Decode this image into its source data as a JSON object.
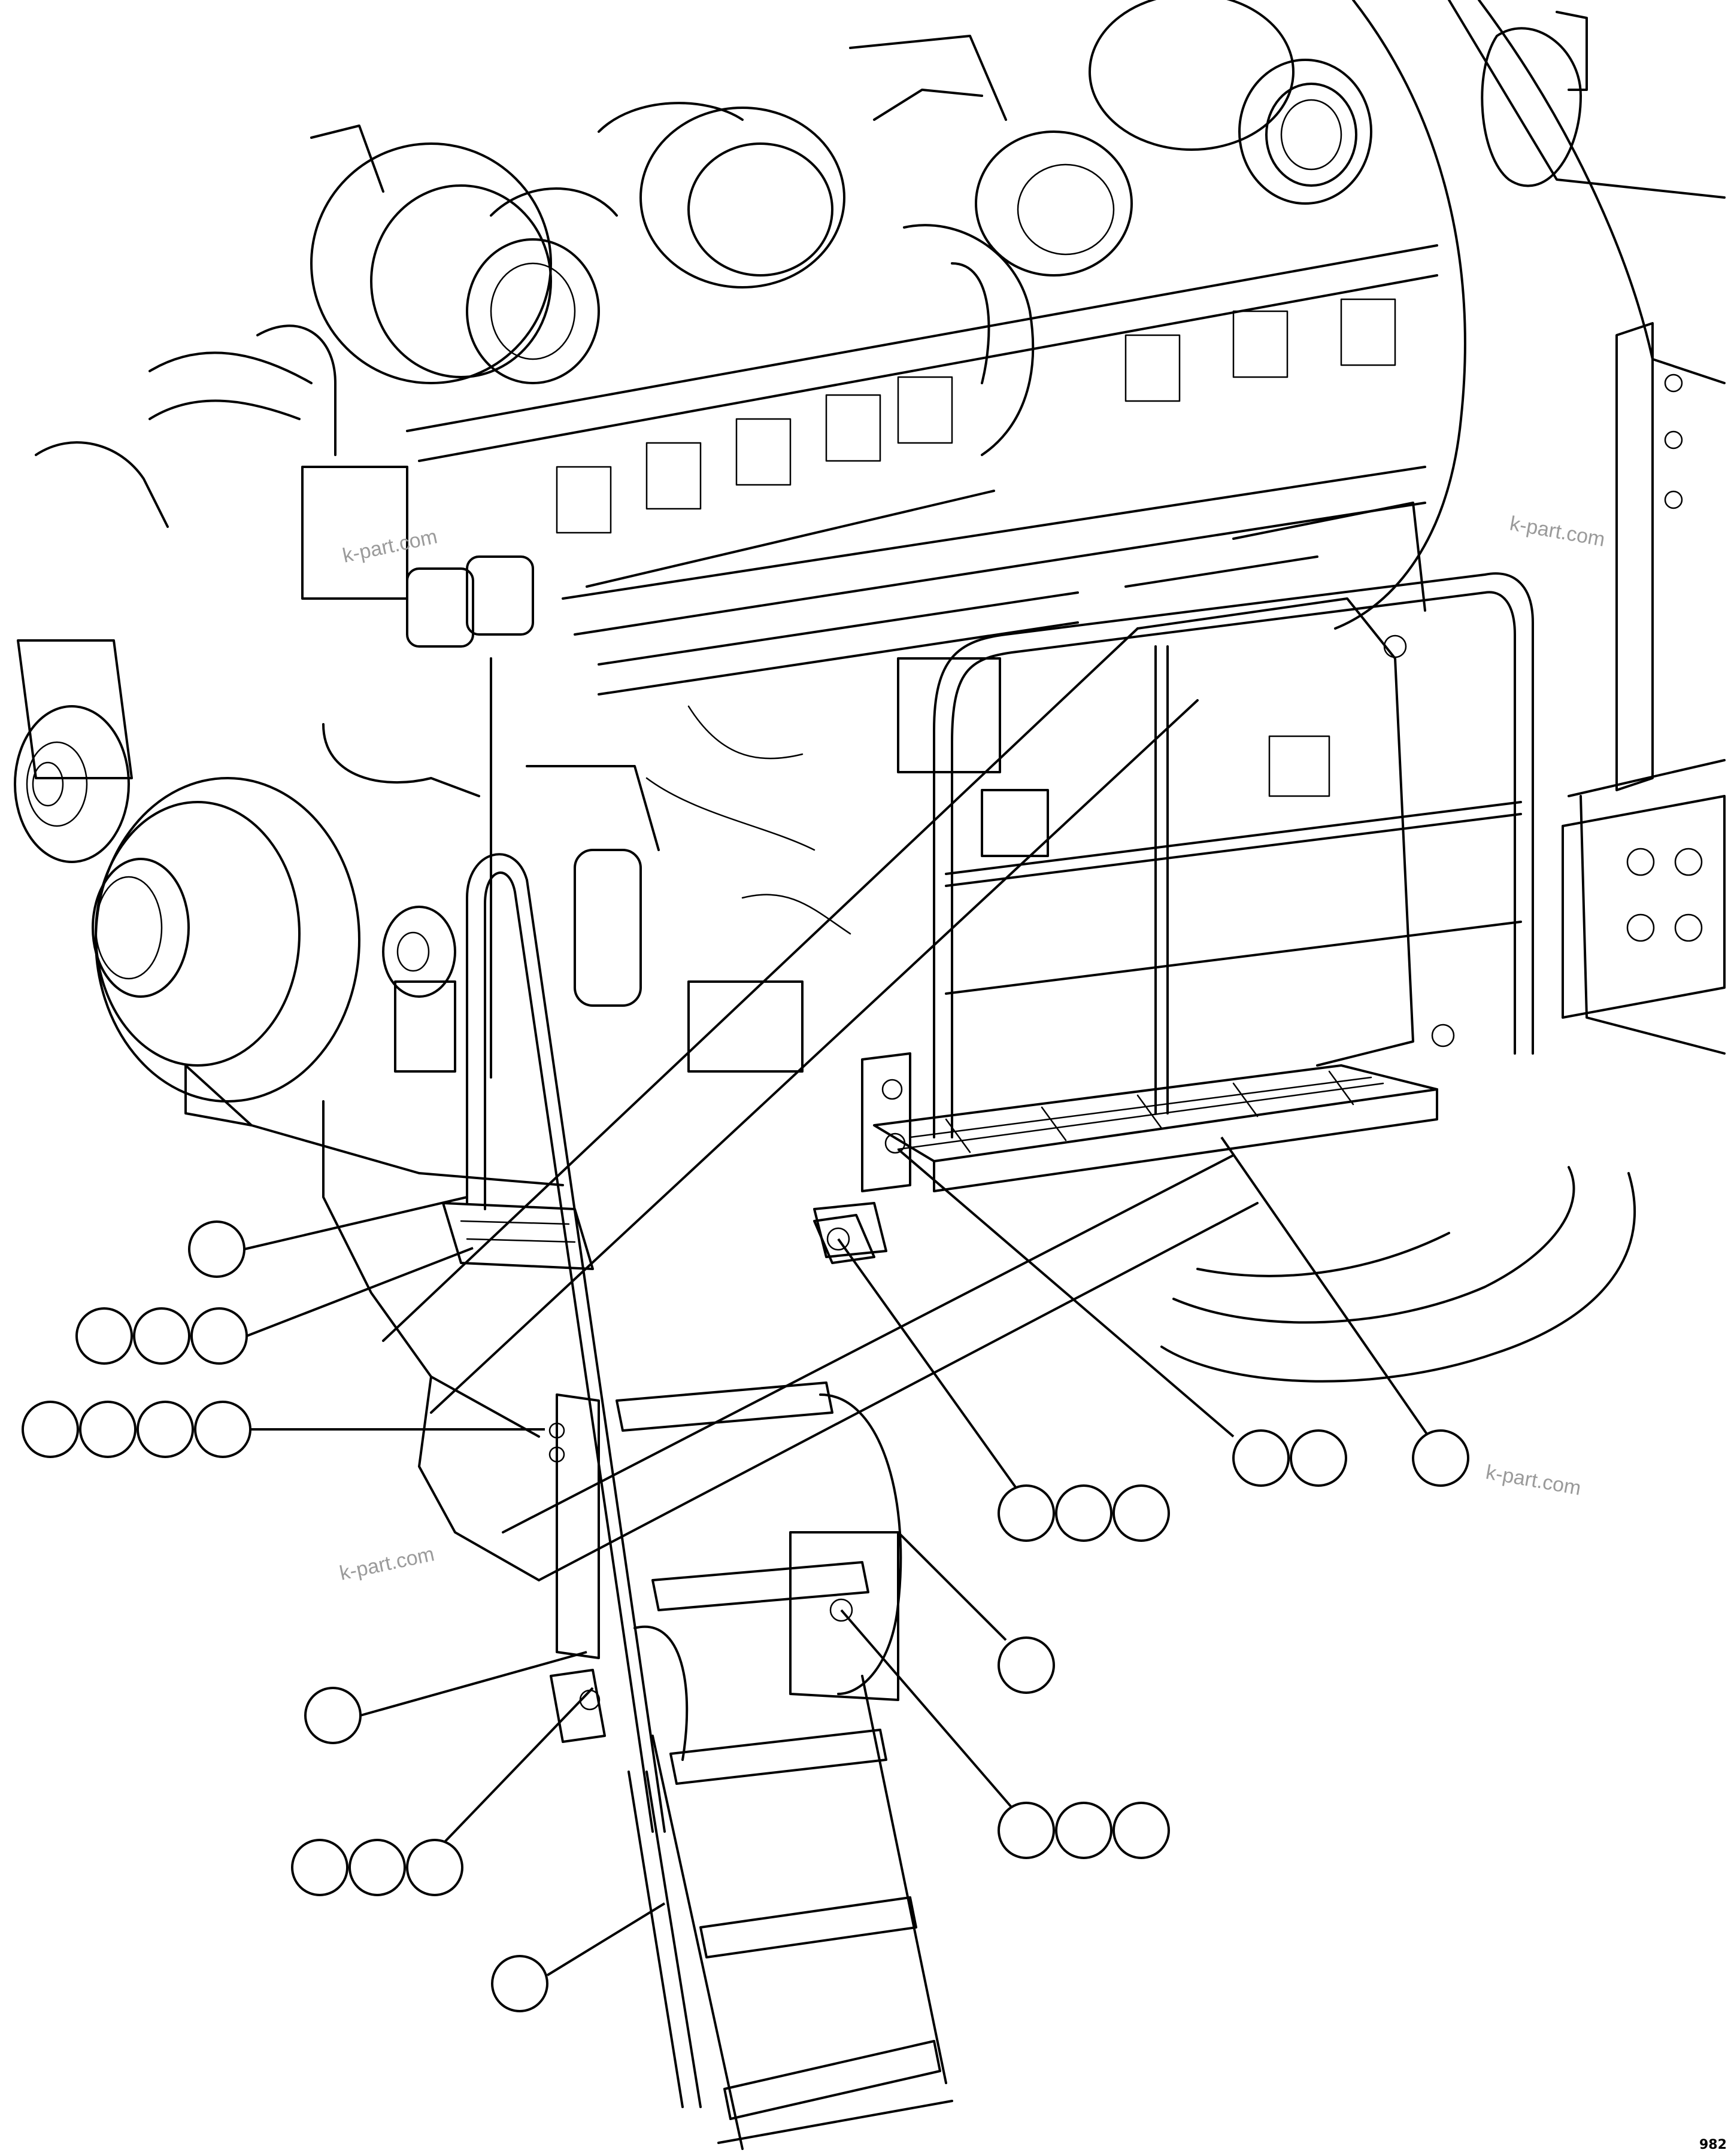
{
  "watermarks": [
    "k-part.com",
    "k-part.com",
    "k-part.com",
    "k-part.com"
  ],
  "figure_id": "982",
  "callout_groups": [
    {
      "id": "g1",
      "balloons": 1
    },
    {
      "id": "g2",
      "balloons": 3
    },
    {
      "id": "g3",
      "balloons": 4
    },
    {
      "id": "g4",
      "balloons": 2
    },
    {
      "id": "g5",
      "balloons": 1
    },
    {
      "id": "g6",
      "balloons": 3
    },
    {
      "id": "g7",
      "balloons": 1
    },
    {
      "id": "g8",
      "balloons": 1
    },
    {
      "id": "g9",
      "balloons": 3
    },
    {
      "id": "g10",
      "balloons": 3
    },
    {
      "id": "g11",
      "balloons": 1
    }
  ],
  "colors": {
    "line": "#000000",
    "background": "#ffffff",
    "watermark": "#9a9a9a"
  }
}
